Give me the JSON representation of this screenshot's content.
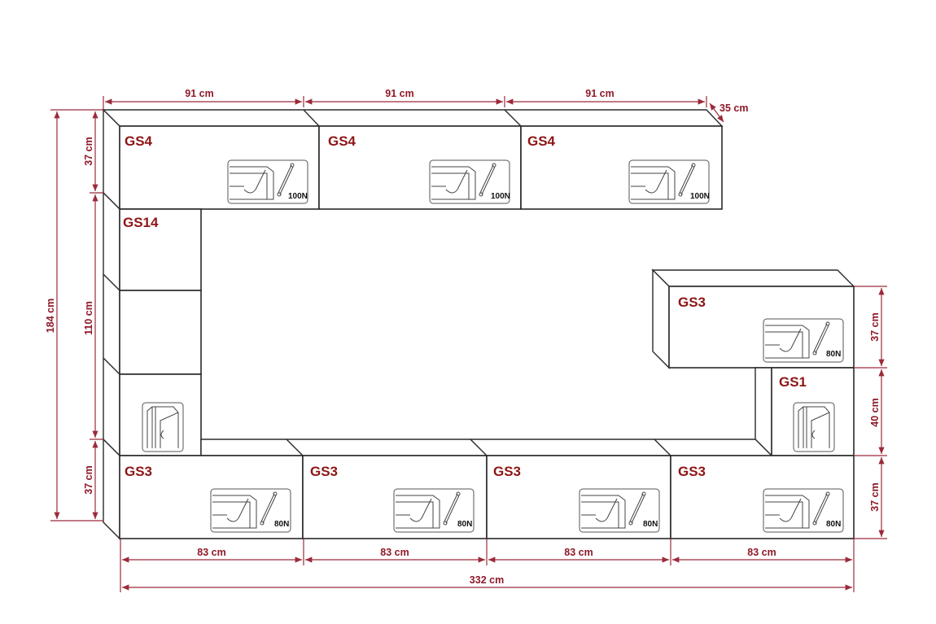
{
  "colors": {
    "label": "#8e1515",
    "dimension": "#9b2a3a",
    "outline": "#2a2a2a"
  },
  "modules": {
    "top": [
      {
        "name": "GS4",
        "force": "100N"
      },
      {
        "name": "GS4",
        "force": "100N"
      },
      {
        "name": "GS4",
        "force": "100N"
      }
    ],
    "left_column": {
      "name": "GS14"
    },
    "right_upper": {
      "name": "GS3",
      "force": "80N"
    },
    "right_middle": {
      "name": "GS1"
    },
    "bottom": [
      {
        "name": "GS3",
        "force": "80N"
      },
      {
        "name": "GS3",
        "force": "80N"
      },
      {
        "name": "GS3",
        "force": "80N"
      },
      {
        "name": "GS3",
        "force": "80N"
      }
    ]
  },
  "dimensions": {
    "top_widths": [
      "91 cm",
      "91 cm",
      "91 cm"
    ],
    "depth": "35 cm",
    "total_height": "184 cm",
    "left_heights": [
      "37 cm",
      "110 cm",
      "37 cm"
    ],
    "right_heights": [
      "37 cm",
      "40 cm",
      "37 cm"
    ],
    "bottom_widths": [
      "83 cm",
      "83 cm",
      "83 cm",
      "83 cm"
    ],
    "total_width": "332 cm"
  }
}
